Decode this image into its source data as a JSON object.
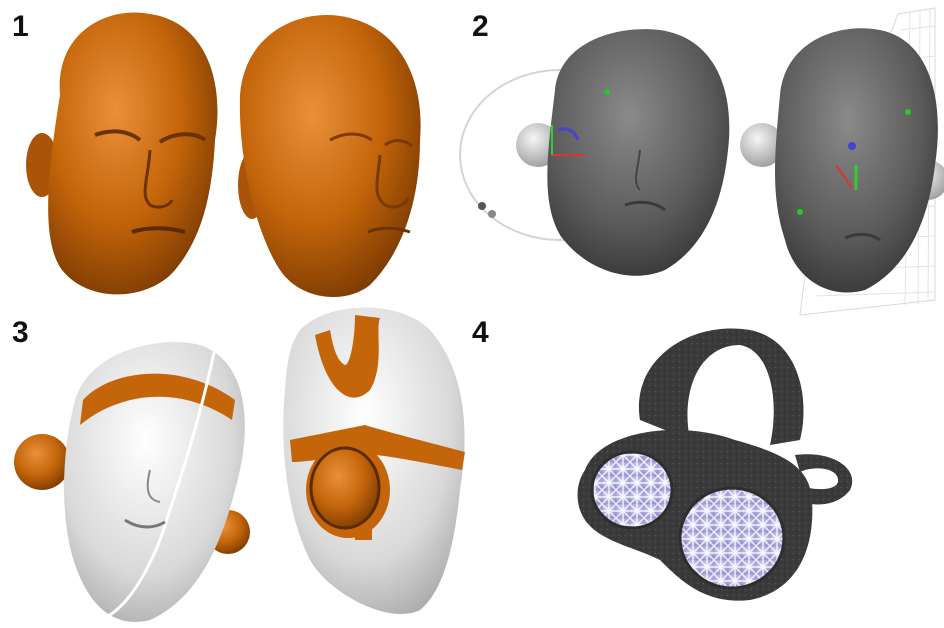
{
  "figure": {
    "panels": [
      {
        "label": "1",
        "content": "orange-scanned-head-models"
      },
      {
        "label": "2",
        "content": "grey-head-models-with-transform-gizmo"
      },
      {
        "label": "3",
        "content": "grey-head-with-orange-strap-regions"
      },
      {
        "label": "4",
        "content": "printed-headset-with-lattice-cups"
      }
    ],
    "colors": {
      "orange": "#c4650a",
      "grey": "#5a5a5a",
      "light-grey": "#d8d8d8",
      "lattice": "#b6b3e0",
      "dark-print": "#3b3b3b"
    }
  }
}
